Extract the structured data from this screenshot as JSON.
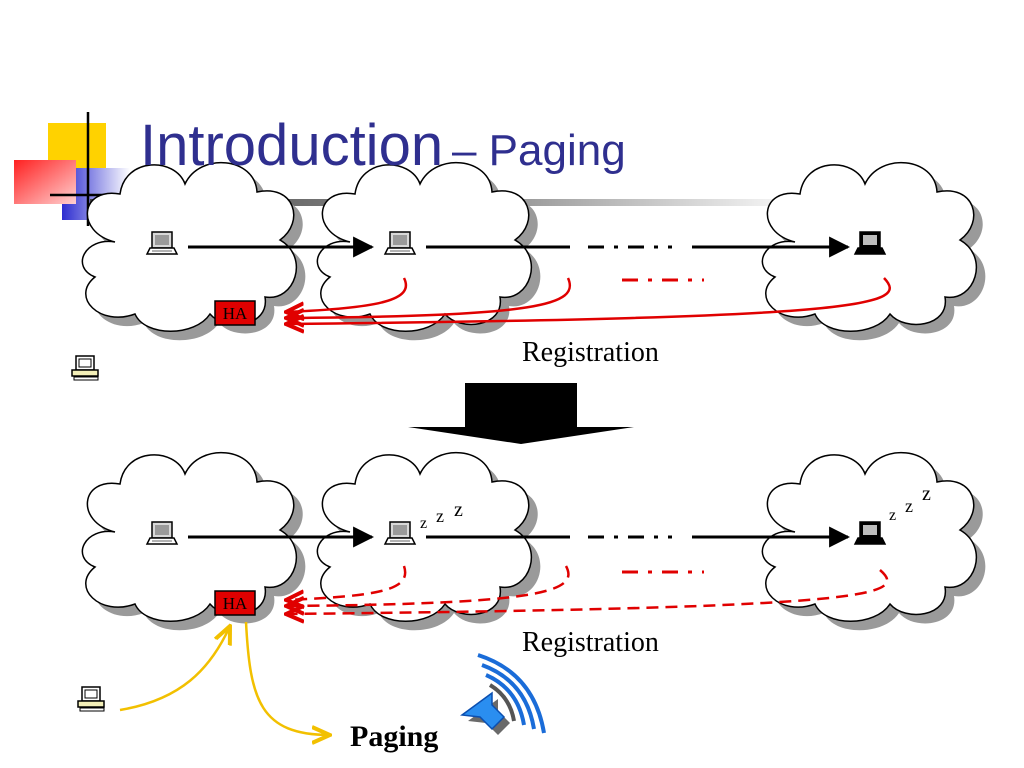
{
  "slide": {
    "title": "Introduction",
    "subtitle": "– Paging"
  },
  "top_diagram": {
    "ha_label": "HA",
    "caption": "Registration"
  },
  "bottom_diagram": {
    "ha_label": "HA",
    "caption": "Registration",
    "sleep_left": [
      "z",
      "z",
      "z"
    ],
    "sleep_right": [
      "z",
      "z",
      "z"
    ],
    "paging_label": "Paging"
  },
  "colors": {
    "title": "#2f2f8f",
    "registration": "#e00000",
    "ha_box": "#e00000",
    "paging_curve": "#f2c000",
    "paging_arrow": "#1a6cd8"
  }
}
